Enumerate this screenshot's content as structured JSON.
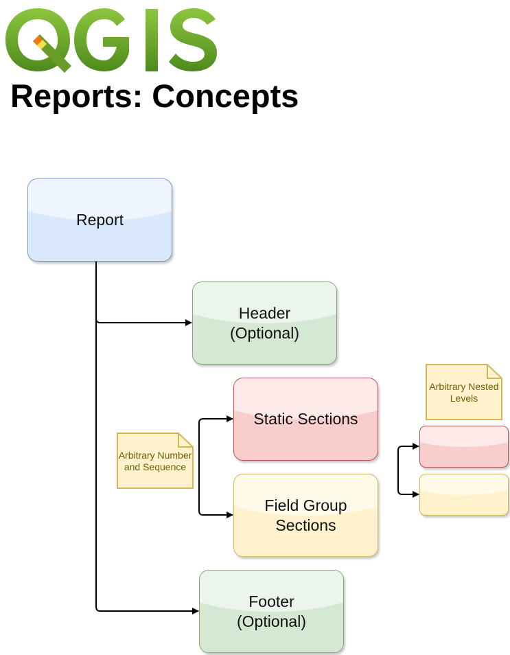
{
  "header": {
    "logo_text": "QGIS",
    "title": "Reports: Concepts"
  },
  "diagram": {
    "nodes": {
      "report": {
        "label": "Report"
      },
      "header": {
        "label": "Header\n(Optional)"
      },
      "static_sections": {
        "label": "Static Sections"
      },
      "field_group_sections": {
        "label": "Field Group\nSections"
      },
      "footer": {
        "label": "Footer\n(Optional)"
      },
      "nested_static": {
        "label": ""
      },
      "nested_field_group": {
        "label": ""
      }
    },
    "notes": {
      "arbitrary_number": "Arbitrary Number\nand Sequence",
      "arbitrary_nested": "Arbitrary Nested\nLevels"
    }
  },
  "colors": {
    "report_fill": "#dae8fc",
    "optional_fill": "#d5e8d4",
    "static_fill": "#f8cecc",
    "field_group_fill": "#fff2cc",
    "note_fill": "#fff2cc",
    "logo_green": "#6a9a2a",
    "logo_orange": "#ee7913",
    "logo_yellow": "#f7e14b"
  }
}
